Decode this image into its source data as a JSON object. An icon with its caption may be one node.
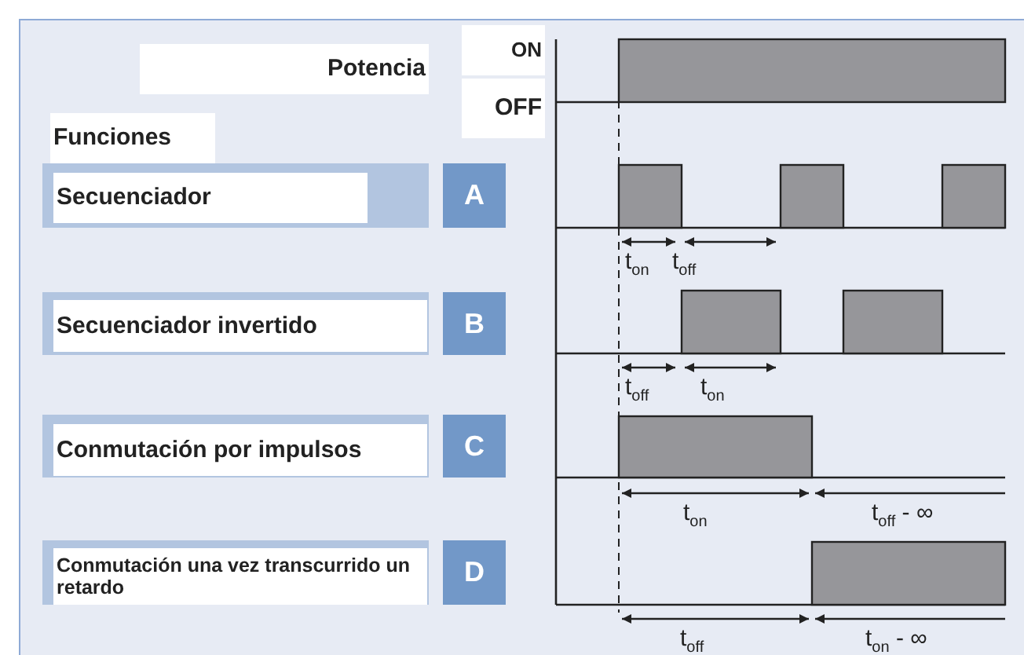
{
  "diagram": {
    "nodes": [
      {
        "text": [
          "Potencia"
        ]
      },
      {
        "text": [
          "ON"
        ]
      },
      {
        "text": [
          "OFF"
        ]
      },
      {
        "text": [
          "Funciones"
        ]
      },
      {
        "text": [
          "Secuenciador"
        ]
      },
      {
        "text": [
          "A"
        ]
      },
      {
        "text": [
          "Secuenciador invertido"
        ]
      },
      {
        "text": [
          "B"
        ]
      },
      {
        "text": [
          "Conmutación por impulsos"
        ]
      },
      {
        "text": [
          "C"
        ]
      },
      {
        "text": [
          "Conmutación una vez transcurrido un retardo"
        ]
      },
      {
        "text": [
          "D"
        ]
      }
    ],
    "labels": [
      "t$_{on}$",
      "t$_{off}$",
      "t$_{off}$",
      "t$_{on}$",
      "t$_{on}$",
      "t$_{off}$ - ∞",
      "t$_{off}$",
      "t$_{on}$ - ∞"
    ]
  }
}
